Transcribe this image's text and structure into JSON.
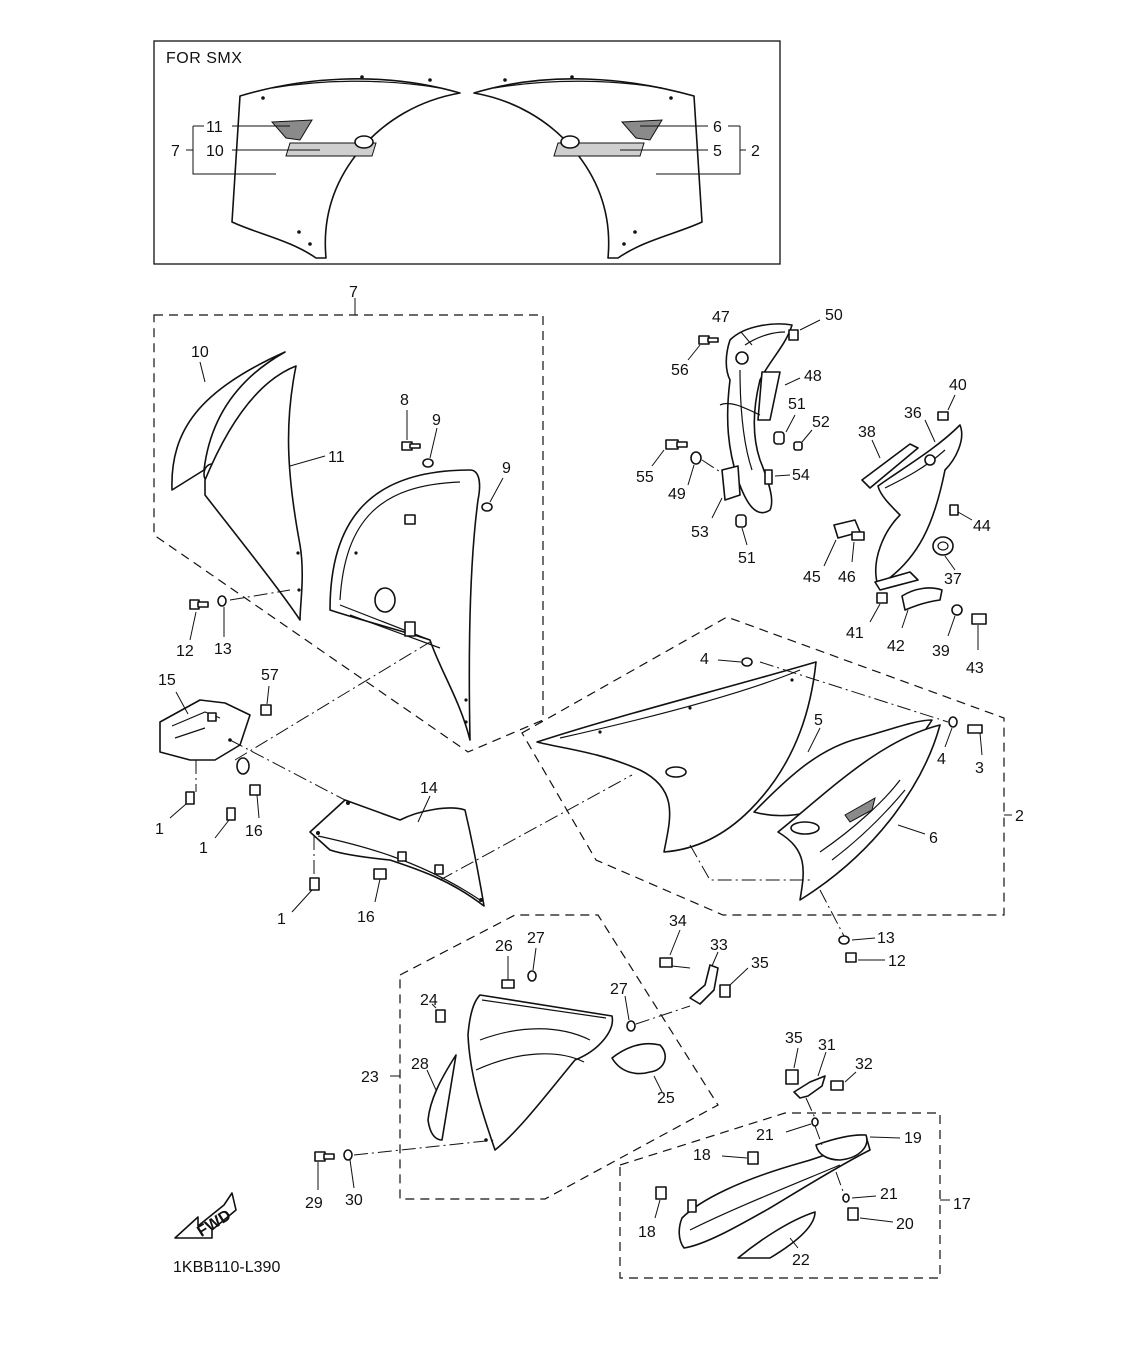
{
  "diagram": {
    "inset_title": "FOR SMX",
    "drawing_code": "1KBB110-L390",
    "fwd_label": "FWD",
    "labels": {
      "c1": "1",
      "c2": "2",
      "c3": "3",
      "c4": "4",
      "c5": "5",
      "c6": "6",
      "c7": "7",
      "c8": "8",
      "c9": "9",
      "c10": "10",
      "c11": "11",
      "c12": "12",
      "c13": "13",
      "c14": "14",
      "c15": "15",
      "c16": "16",
      "c17": "17",
      "c18": "18",
      "c19": "19",
      "c20": "20",
      "c21": "21",
      "c22": "22",
      "c23": "23",
      "c24": "24",
      "c25": "25",
      "c26": "26",
      "c27": "27",
      "c28": "28",
      "c29": "29",
      "c30": "30",
      "c31": "31",
      "c32": "32",
      "c33": "33",
      "c34": "34",
      "c35": "35",
      "c36": "36",
      "c37": "37",
      "c38": "38",
      "c39": "39",
      "c40": "40",
      "c41": "41",
      "c42": "42",
      "c43": "43",
      "c44": "44",
      "c45": "45",
      "c46": "46",
      "c47": "47",
      "c48": "48",
      "c49": "49",
      "c50": "50",
      "c51": "51",
      "c52": "52",
      "c53": "53",
      "c54": "54",
      "c55": "55",
      "c56": "56",
      "c57": "57"
    }
  }
}
